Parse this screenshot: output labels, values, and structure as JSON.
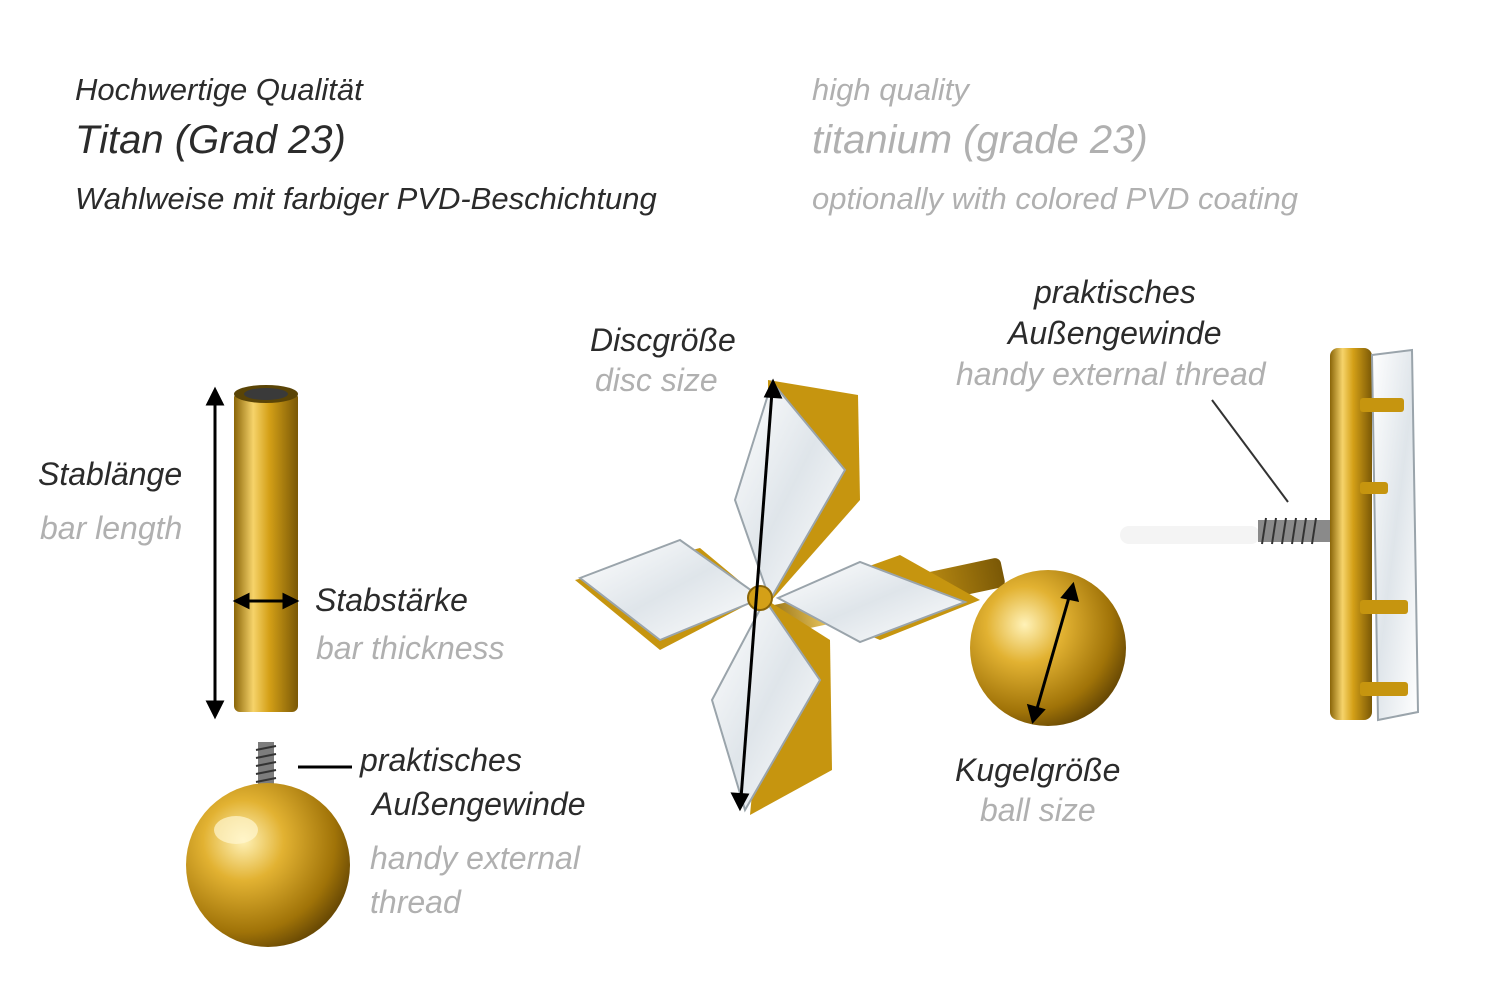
{
  "header": {
    "de": {
      "quality": "Hochwertige Qualität",
      "material": "Titan (Grad 23)",
      "coating": "Wahlweise mit farbiger PVD-Beschichtung"
    },
    "en": {
      "quality": "high quality",
      "material": "titanium (grade 23)",
      "coating": "optionally with colored PVD coating"
    }
  },
  "labels": {
    "bar_length": {
      "de": "Stablänge",
      "en": "bar length"
    },
    "bar_thickness": {
      "de": "Stabstärke",
      "en": "bar thickness"
    },
    "thread_left": {
      "de_1": "praktisches",
      "de_2": "Außengewinde",
      "en_1": "handy external",
      "en_2": "thread"
    },
    "disc_size": {
      "de": "Discgröße",
      "en": "disc size"
    },
    "ball_size": {
      "de": "Kugelgröße",
      "en": "ball size"
    },
    "thread_right": {
      "de_1": "praktisches",
      "de_2": "Außengewinde",
      "en": "handy external thread"
    }
  },
  "colors": {
    "gold": "#d4a017",
    "gold_dark": "#8a6508",
    "crystal": "#eef2f5",
    "text_de": "#2b2b2b",
    "text_en": "#b0b0b0"
  }
}
